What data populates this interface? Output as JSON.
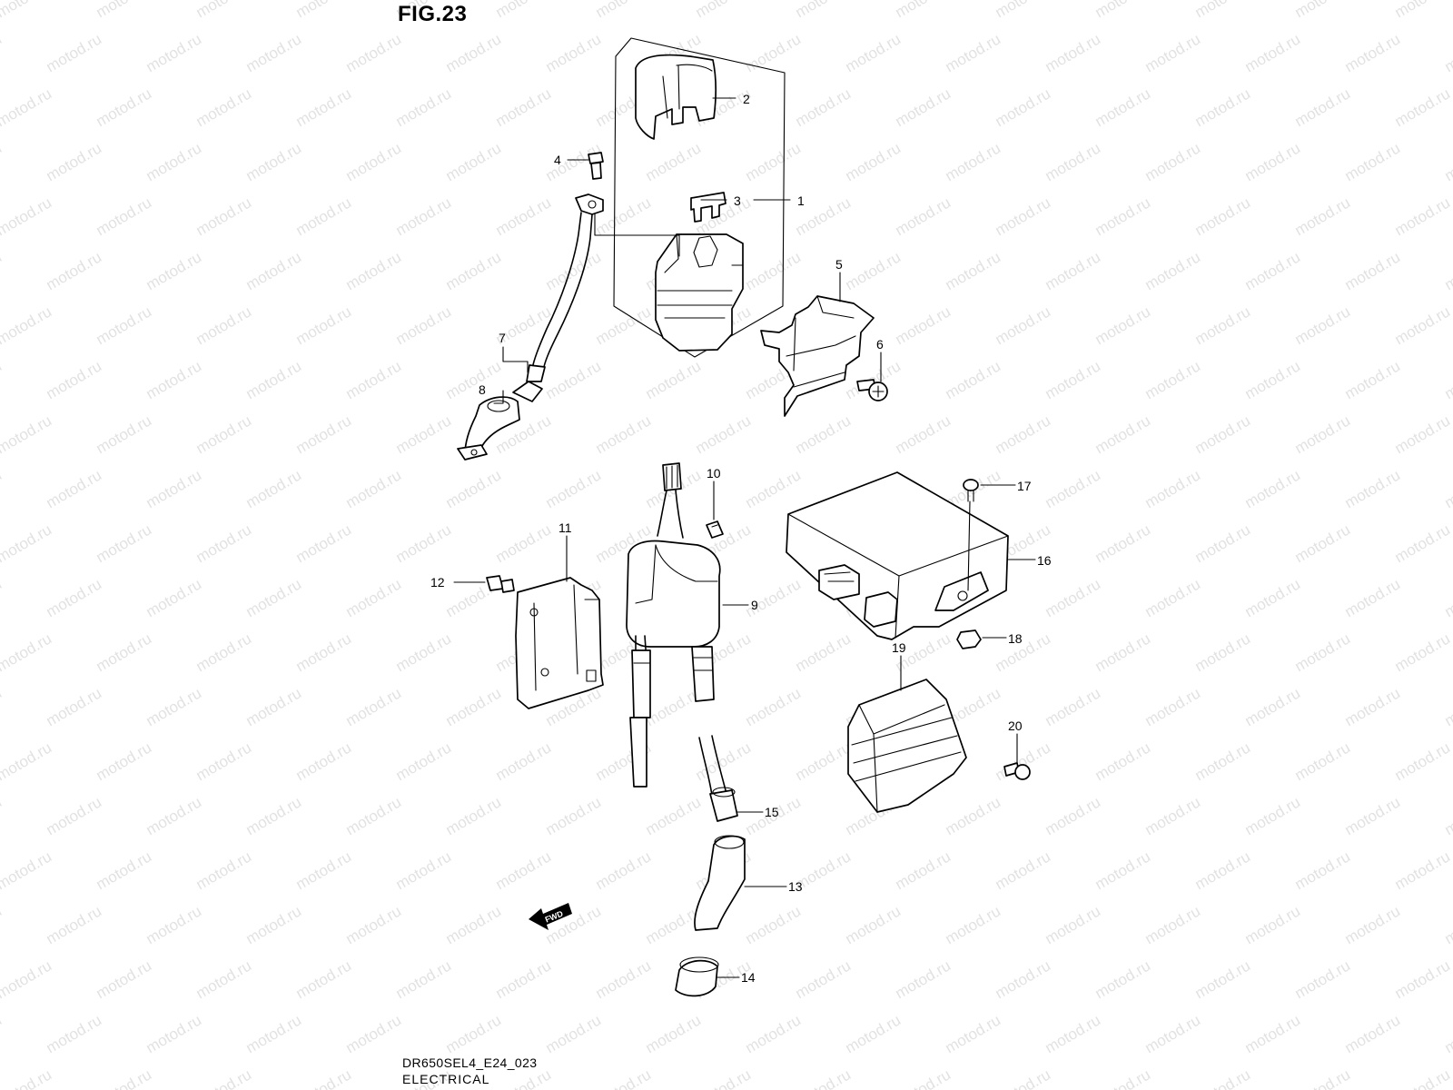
{
  "figure": {
    "title": "FIG.23",
    "code": "DR650SEL4_E24_023",
    "name": "ELECTRICAL"
  },
  "watermark": "motod.ru",
  "direction_label": "FWD",
  "parts": [
    {
      "number": "1"
    },
    {
      "number": "2"
    },
    {
      "number": "3"
    },
    {
      "number": "4"
    },
    {
      "number": "5"
    },
    {
      "number": "6"
    },
    {
      "number": "7"
    },
    {
      "number": "8"
    },
    {
      "number": "9"
    },
    {
      "number": "10"
    },
    {
      "number": "11"
    },
    {
      "number": "12"
    },
    {
      "number": "13"
    },
    {
      "number": "14"
    },
    {
      "number": "15"
    },
    {
      "number": "16"
    },
    {
      "number": "17"
    },
    {
      "number": "18"
    },
    {
      "number": "19"
    },
    {
      "number": "20"
    }
  ]
}
